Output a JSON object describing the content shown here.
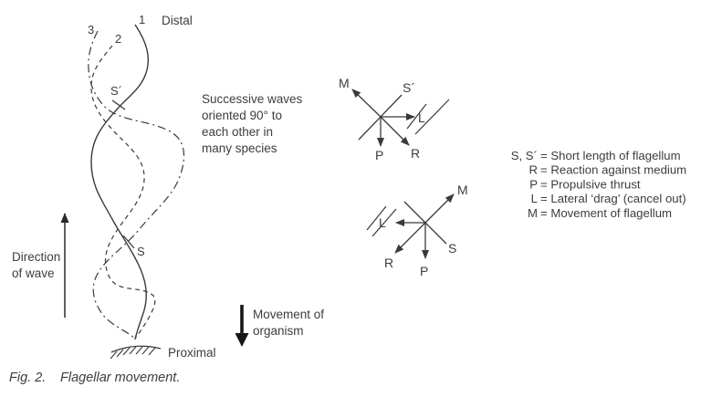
{
  "colors": {
    "ink": "#3a3a3a",
    "text": "#3d3d3d",
    "heavy_arrow": "#161616",
    "background": "#ffffff"
  },
  "flagellum": {
    "distal": "Distal",
    "proximal": "Proximal",
    "wave_number_1": "1",
    "wave_number_2": "2",
    "wave_number_3": "3",
    "s_prime_mark": "S´",
    "s_mark": "S"
  },
  "annotations": {
    "direction_of_wave": [
      "Direction",
      "of wave"
    ],
    "movement_of_organism": [
      "Movement of",
      "organism"
    ],
    "note": [
      "Successive waves",
      "oriented 90° to",
      "each other in",
      "many species"
    ]
  },
  "vectors_upper": {
    "m": "M",
    "s": "S´",
    "l": "L",
    "p": "P",
    "r": "R"
  },
  "vectors_lower": {
    "m": "M",
    "s": "S",
    "l": "L",
    "p": "P",
    "r": "R"
  },
  "legend": {
    "rows": [
      {
        "sym": "S, S´",
        "text": "= Short length of flagellum"
      },
      {
        "sym": "R",
        "text": "= Reaction against medium"
      },
      {
        "sym": "P",
        "text": "= Propulsive thrust"
      },
      {
        "sym": "L",
        "text": "= Lateral ‘drag’ (cancel out)"
      },
      {
        "sym": "M",
        "text": "= Movement of flagellum"
      }
    ]
  },
  "caption": {
    "fig": "Fig. 2.",
    "text": "Flagellar movement."
  }
}
